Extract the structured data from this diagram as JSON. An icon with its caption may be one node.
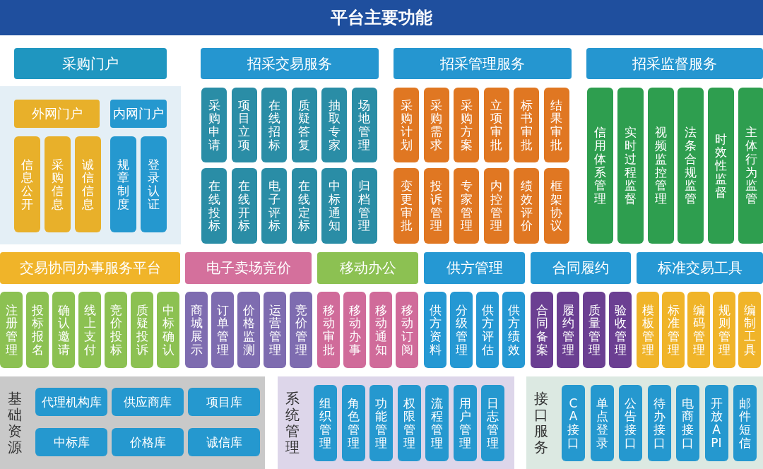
{
  "diagram": {
    "title": "平台主要功能",
    "nodes": [
      {
        "text": [
          "采购门户"
        ]
      },
      {
        "text": [
          "外网门户"
        ]
      },
      {
        "text": [
          "内网门户"
        ]
      },
      {
        "text": [
          "信息公开"
        ]
      },
      {
        "text": [
          "采购信息"
        ]
      },
      {
        "text": [
          "诚信信息"
        ]
      },
      {
        "text": [
          "规章制度"
        ]
      },
      {
        "text": [
          "登录认证"
        ]
      },
      {
        "text": [
          "招采交易服务"
        ]
      },
      {
        "text": [
          "采购申请"
        ]
      },
      {
        "text": [
          "项目立项"
        ]
      },
      {
        "text": [
          "在线招标"
        ]
      },
      {
        "text": [
          "质疑答复"
        ]
      },
      {
        "text": [
          "抽取专家"
        ]
      },
      {
        "text": [
          "场地管理"
        ]
      },
      {
        "text": [
          "在线投标"
        ]
      },
      {
        "text": [
          "在线开标"
        ]
      },
      {
        "text": [
          "电子评标"
        ]
      },
      {
        "text": [
          "在线定标"
        ]
      },
      {
        "text": [
          "中标通知"
        ]
      },
      {
        "text": [
          "归档管理"
        ]
      },
      {
        "text": [
          "招采管理服务"
        ]
      },
      {
        "text": [
          "采购计划"
        ]
      },
      {
        "text": [
          "采购需求"
        ]
      },
      {
        "text": [
          "采购方案"
        ]
      },
      {
        "text": [
          "立项审批"
        ]
      },
      {
        "text": [
          "标书审批"
        ]
      },
      {
        "text": [
          "结果审批"
        ]
      },
      {
        "text": [
          "变更审批"
        ]
      },
      {
        "text": [
          "投诉管理"
        ]
      },
      {
        "text": [
          "专家管理"
        ]
      },
      {
        "text": [
          "内控管理"
        ]
      },
      {
        "text": [
          "绩效评价"
        ]
      },
      {
        "text": [
          "框架协议"
        ]
      },
      {
        "text": [
          "招采监督服务"
        ]
      },
      {
        "text": [
          "信用体系管理"
        ]
      },
      {
        "text": [
          "实时过程监督"
        ]
      },
      {
        "text": [
          "视频监控管理"
        ]
      },
      {
        "text": [
          "法条合规监管"
        ]
      },
      {
        "text": [
          "时效性监督"
        ]
      },
      {
        "text": [
          "主体行为监管"
        ]
      },
      {
        "text": [
          "交易协同办事服务平台"
        ]
      },
      {
        "text": [
          "注册管理"
        ]
      },
      {
        "text": [
          "投标报名"
        ]
      },
      {
        "text": [
          "确认邀请"
        ]
      },
      {
        "text": [
          "线上支付"
        ]
      },
      {
        "text": [
          "竞价投标"
        ]
      },
      {
        "text": [
          "质疑投诉"
        ]
      },
      {
        "text": [
          "中标确认"
        ]
      },
      {
        "text": [
          "电子卖场竞价"
        ]
      },
      {
        "text": [
          "商城展示"
        ]
      },
      {
        "text": [
          "订单管理"
        ]
      },
      {
        "text": [
          "价格监测"
        ]
      },
      {
        "text": [
          "运营管理"
        ]
      },
      {
        "text": [
          "竞价管理"
        ]
      },
      {
        "text": [
          "移动办公"
        ]
      },
      {
        "text": [
          "移动审批"
        ]
      },
      {
        "text": [
          "移动办事"
        ]
      },
      {
        "text": [
          "移动通知"
        ]
      },
      {
        "text": [
          "移动订阅"
        ]
      },
      {
        "text": [
          "供方管理"
        ]
      },
      {
        "text": [
          "供方资料"
        ]
      },
      {
        "text": [
          "分级管理"
        ]
      },
      {
        "text": [
          "供方评估"
        ]
      },
      {
        "text": [
          "供方绩效"
        ]
      },
      {
        "text": [
          "合同履约"
        ]
      },
      {
        "text": [
          "合同备案"
        ]
      },
      {
        "text": [
          "履约管理"
        ]
      },
      {
        "text": [
          "质量管理"
        ]
      },
      {
        "text": [
          "验收管理"
        ]
      },
      {
        "text": [
          "标准交易工具"
        ]
      },
      {
        "text": [
          "模板管理"
        ]
      },
      {
        "text": [
          "标准管理"
        ]
      },
      {
        "text": [
          "编码管理"
        ]
      },
      {
        "text": [
          "规则管理"
        ]
      },
      {
        "text": [
          "编制工具"
        ]
      },
      {
        "text": [
          "基础资源"
        ]
      },
      {
        "text": [
          "代理机构库"
        ],
        "in": 76
      },
      {
        "text": [
          "供应商库"
        ],
        "in": 76
      },
      {
        "text": [
          "项目库"
        ],
        "in": 76
      },
      {
        "text": [
          "中标库"
        ],
        "in": 76
      },
      {
        "text": [
          "价格库"
        ],
        "in": 76
      },
      {
        "text": [
          "诚信库"
        ],
        "in": 76
      },
      {
        "text": [
          "系统管理"
        ]
      },
      {
        "text": [
          "组织管理"
        ],
        "in": 83
      },
      {
        "text": [
          "角色管理"
        ],
        "in": 83
      },
      {
        "text": [
          "功能管理"
        ],
        "in": 83
      },
      {
        "text": [
          "权限管理"
        ],
        "in": 83
      },
      {
        "text": [
          "流程管理"
        ],
        "in": 83
      },
      {
        "text": [
          "用户管理"
        ],
        "in": 83
      },
      {
        "text": [
          "日志管理"
        ],
        "in": 83
      },
      {
        "text": [
          "接口服务"
        ]
      },
      {
        "text": [
          "CA接口"
        ],
        "in": 91
      },
      {
        "text": [
          "单点登录"
        ],
        "in": 91
      },
      {
        "text": [
          "公告接口"
        ],
        "in": 91
      },
      {
        "text": [
          "待办接口"
        ],
        "in": 91
      },
      {
        "text": [
          "电商接口"
        ],
        "in": 91
      },
      {
        "text": [
          "开放API"
        ],
        "in": 91
      },
      {
        "text": [
          "邮件短信"
        ],
        "in": 91
      }
    ]
  }
}
